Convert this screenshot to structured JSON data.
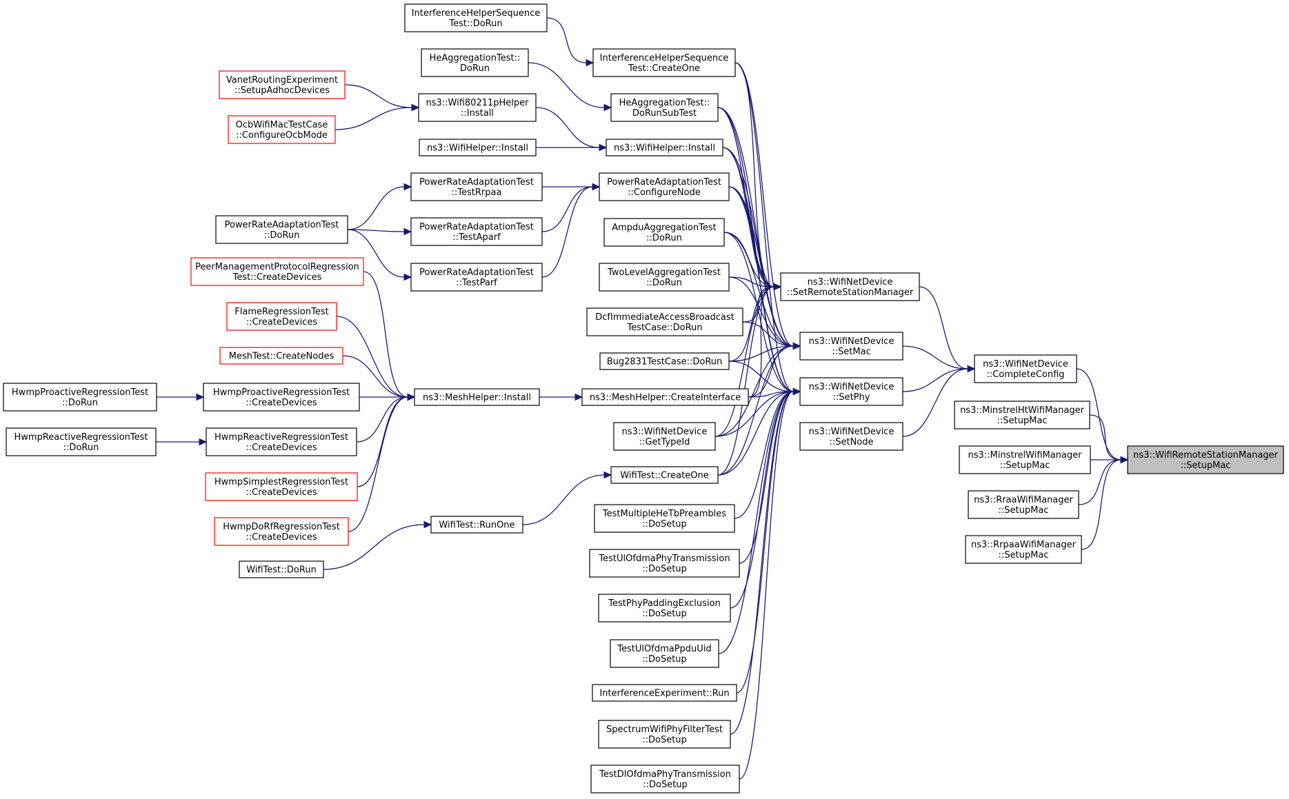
{
  "graph": {
    "kind": "doxygen-caller-graph",
    "edge_color": "#191970",
    "focus_fill": "#bfbfbf",
    "red_border": "#ff0000",
    "nodes": [
      {
        "id": "target",
        "lines": [
          "ns3::WifiRemoteStationManager",
          "::SetupMac"
        ],
        "style": "focus"
      },
      {
        "id": "cc",
        "lines": [
          "ns3::WifiNetDevice",
          "::CompleteConfig"
        ],
        "style": "normal"
      },
      {
        "id": "mht",
        "lines": [
          "ns3::MinstrelHtWifiManager",
          "::SetupMac"
        ],
        "style": "normal"
      },
      {
        "id": "mw",
        "lines": [
          "ns3::MinstrelWifiManager",
          "::SetupMac"
        ],
        "style": "normal"
      },
      {
        "id": "raa",
        "lines": [
          "ns3::RraaWifiManager",
          "::SetupMac"
        ],
        "style": "normal"
      },
      {
        "id": "rpaa",
        "lines": [
          "ns3::RrpaaWifiManager",
          "::SetupMac"
        ],
        "style": "normal"
      },
      {
        "id": "srsm",
        "lines": [
          "ns3::WifiNetDevice",
          "::SetRemoteStationManager"
        ],
        "style": "normal"
      },
      {
        "id": "smac",
        "lines": [
          "ns3::WifiNetDevice",
          "::SetMac"
        ],
        "style": "normal"
      },
      {
        "id": "sphy",
        "lines": [
          "ns3::WifiNetDevice",
          "::SetPhy"
        ],
        "style": "normal"
      },
      {
        "id": "snode",
        "lines": [
          "ns3::WifiNetDevice",
          "::SetNode"
        ],
        "style": "normal"
      },
      {
        "id": "ihs_co",
        "lines": [
          "InterferenceHelperSequence",
          "Test::CreateOne"
        ],
        "style": "normal"
      },
      {
        "id": "ihs_dr",
        "lines": [
          "InterferenceHelperSequence",
          "Test::DoRun"
        ],
        "style": "normal"
      },
      {
        "id": "hea_dr",
        "lines": [
          "HeAggregationTest::",
          "DoRun"
        ],
        "style": "normal"
      },
      {
        "id": "hea_drst",
        "lines": [
          "HeAggregationTest::",
          "DoRunSubTest"
        ],
        "style": "normal"
      },
      {
        "id": "wh_inst",
        "lines": [
          "ns3::WifiHelper::Install"
        ],
        "style": "normal"
      },
      {
        "id": "wh_inst2",
        "lines": [
          "ns3::WifiHelper::Install"
        ],
        "style": "normal"
      },
      {
        "id": "w80211p",
        "lines": [
          "ns3::Wifi80211pHelper",
          "::Install"
        ],
        "style": "normal"
      },
      {
        "id": "vanet",
        "lines": [
          "VanetRoutingExperiment",
          "::SetupAdhocDevices"
        ],
        "style": "red"
      },
      {
        "id": "ocb",
        "lines": [
          "OcbWifiMacTestCase",
          "::ConfigureOcbMode"
        ],
        "style": "red"
      },
      {
        "id": "pra_cn",
        "lines": [
          "PowerRateAdaptationTest",
          "::ConfigureNode"
        ],
        "style": "normal"
      },
      {
        "id": "pra_rpaa",
        "lines": [
          "PowerRateAdaptationTest",
          "::TestRrpaa"
        ],
        "style": "normal"
      },
      {
        "id": "pra_aparf",
        "lines": [
          "PowerRateAdaptationTest",
          "::TestAparf"
        ],
        "style": "normal"
      },
      {
        "id": "pra_parf",
        "lines": [
          "PowerRateAdaptationTest",
          "::TestParf"
        ],
        "style": "normal"
      },
      {
        "id": "pra_dr",
        "lines": [
          "PowerRateAdaptationTest",
          "::DoRun"
        ],
        "style": "normal"
      },
      {
        "id": "ampdu",
        "lines": [
          "AmpduAggregationTest",
          "::DoRun"
        ],
        "style": "normal"
      },
      {
        "id": "twolevel",
        "lines": [
          "TwoLevelAggregationTest",
          "::DoRun"
        ],
        "style": "normal"
      },
      {
        "id": "dcf",
        "lines": [
          "DcfImmediateAccessBroadcast",
          "TestCase::DoRun"
        ],
        "style": "normal"
      },
      {
        "id": "bug2831",
        "lines": [
          "Bug2831TestCase::DoRun"
        ],
        "style": "normal"
      },
      {
        "id": "mh_ci",
        "lines": [
          "ns3::MeshHelper::CreateInterface"
        ],
        "style": "normal"
      },
      {
        "id": "gettype",
        "lines": [
          "ns3::WifiNetDevice",
          "::GetTypeId"
        ],
        "style": "normal"
      },
      {
        "id": "wt_co",
        "lines": [
          "WifiTest::CreateOne"
        ],
        "style": "normal"
      },
      {
        "id": "wt_ro",
        "lines": [
          "WifiTest::RunOne"
        ],
        "style": "normal"
      },
      {
        "id": "wt_dr",
        "lines": [
          "WifiTest::DoRun"
        ],
        "style": "normal"
      },
      {
        "id": "tmhe",
        "lines": [
          "TestMultipleHeTbPreambles",
          "::DoSetup"
        ],
        "style": "normal"
      },
      {
        "id": "tulofdma",
        "lines": [
          "TestUlOfdmaPhyTransmission",
          "::DoSetup"
        ],
        "style": "normal"
      },
      {
        "id": "tppe",
        "lines": [
          "TestPhyPaddingExclusion",
          "::DoSetup"
        ],
        "style": "normal"
      },
      {
        "id": "tulppdu",
        "lines": [
          "TestUlOfdmaPpduUid",
          "::DoSetup"
        ],
        "style": "normal"
      },
      {
        "id": "ie_run",
        "lines": [
          "InterferenceExperiment::Run"
        ],
        "style": "normal"
      },
      {
        "id": "swpf",
        "lines": [
          "SpectrumWifiPhyFilterTest",
          "::DoSetup"
        ],
        "style": "normal"
      },
      {
        "id": "tdlofdma",
        "lines": [
          "TestDlOfdmaPhyTransmission",
          "::DoSetup"
        ],
        "style": "normal"
      },
      {
        "id": "mh_inst",
        "lines": [
          "ns3::MeshHelper::Install"
        ],
        "style": "normal"
      },
      {
        "id": "pmpr",
        "lines": [
          "PeerManagementProtocolRegression",
          "Test::CreateDevices"
        ],
        "style": "red"
      },
      {
        "id": "flame",
        "lines": [
          "FlameRegressionTest",
          "::CreateDevices"
        ],
        "style": "red"
      },
      {
        "id": "meshtest",
        "lines": [
          "MeshTest::CreateNodes"
        ],
        "style": "red"
      },
      {
        "id": "hpr_cd",
        "lines": [
          "HwmpProactiveRegressionTest",
          "::CreateDevices"
        ],
        "style": "normal"
      },
      {
        "id": "hpr_dr",
        "lines": [
          "HwmpProactiveRegressionTest",
          "::DoRun"
        ],
        "style": "normal"
      },
      {
        "id": "hrr_cd",
        "lines": [
          "HwmpReactiveRegressionTest",
          "::CreateDevices"
        ],
        "style": "normal"
      },
      {
        "id": "hrr_dr",
        "lines": [
          "HwmpReactiveRegressionTest",
          "::DoRun"
        ],
        "style": "normal"
      },
      {
        "id": "hsr_cd",
        "lines": [
          "HwmpSimplestRegressionTest",
          "::CreateDevices"
        ],
        "style": "red"
      },
      {
        "id": "hdrf_cd",
        "lines": [
          "HwmpDoRfRegressionTest",
          "::CreateDevices"
        ],
        "style": "red"
      }
    ],
    "edges": [
      [
        "cc",
        "target"
      ],
      [
        "mht",
        "target"
      ],
      [
        "mw",
        "target"
      ],
      [
        "raa",
        "target"
      ],
      [
        "rpaa",
        "target"
      ],
      [
        "srsm",
        "cc"
      ],
      [
        "smac",
        "cc"
      ],
      [
        "sphy",
        "cc"
      ],
      [
        "snode",
        "cc"
      ],
      [
        "ihs_co",
        "srsm"
      ],
      [
        "hea_drst",
        "srsm"
      ],
      [
        "wh_inst",
        "srsm"
      ],
      [
        "pra_cn",
        "srsm"
      ],
      [
        "ampdu",
        "srsm"
      ],
      [
        "twolevel",
        "srsm"
      ],
      [
        "dcf",
        "srsm"
      ],
      [
        "bug2831",
        "srsm"
      ],
      [
        "mh_ci",
        "srsm"
      ],
      [
        "gettype",
        "srsm"
      ],
      [
        "wt_co",
        "srsm"
      ],
      [
        "ihs_co",
        "smac"
      ],
      [
        "hea_drst",
        "smac"
      ],
      [
        "wh_inst",
        "smac"
      ],
      [
        "pra_cn",
        "smac"
      ],
      [
        "ampdu",
        "smac"
      ],
      [
        "twolevel",
        "smac"
      ],
      [
        "dcf",
        "smac"
      ],
      [
        "bug2831",
        "smac"
      ],
      [
        "mh_ci",
        "smac"
      ],
      [
        "gettype",
        "smac"
      ],
      [
        "wt_co",
        "smac"
      ],
      [
        "ihs_co",
        "sphy"
      ],
      [
        "hea_drst",
        "sphy"
      ],
      [
        "wh_inst",
        "sphy"
      ],
      [
        "pra_cn",
        "sphy"
      ],
      [
        "ampdu",
        "sphy"
      ],
      [
        "bug2831",
        "sphy"
      ],
      [
        "mh_ci",
        "sphy"
      ],
      [
        "gettype",
        "sphy"
      ],
      [
        "wt_co",
        "sphy"
      ],
      [
        "tmhe",
        "sphy"
      ],
      [
        "tulofdma",
        "sphy"
      ],
      [
        "tppe",
        "sphy"
      ],
      [
        "tulppdu",
        "sphy"
      ],
      [
        "ie_run",
        "sphy"
      ],
      [
        "swpf",
        "sphy"
      ],
      [
        "tdlofdma",
        "sphy"
      ],
      [
        "ihs_dr",
        "ihs_co"
      ],
      [
        "hea_dr",
        "hea_drst"
      ],
      [
        "w80211p",
        "wh_inst"
      ],
      [
        "wh_inst2",
        "wh_inst"
      ],
      [
        "vanet",
        "w80211p"
      ],
      [
        "ocb",
        "w80211p"
      ],
      [
        "pra_rpaa",
        "pra_cn"
      ],
      [
        "pra_aparf",
        "pra_cn"
      ],
      [
        "pra_parf",
        "pra_cn"
      ],
      [
        "pra_dr",
        "pra_rpaa"
      ],
      [
        "pra_dr",
        "pra_aparf"
      ],
      [
        "pra_dr",
        "pra_parf"
      ],
      [
        "mh_inst",
        "mh_ci"
      ],
      [
        "pmpr",
        "mh_inst"
      ],
      [
        "flame",
        "mh_inst"
      ],
      [
        "meshtest",
        "mh_inst"
      ],
      [
        "hpr_cd",
        "mh_inst"
      ],
      [
        "hrr_cd",
        "mh_inst"
      ],
      [
        "hsr_cd",
        "mh_inst"
      ],
      [
        "hdrf_cd",
        "mh_inst"
      ],
      [
        "hpr_dr",
        "hpr_cd"
      ],
      [
        "hrr_dr",
        "hrr_cd"
      ],
      [
        "wt_ro",
        "wt_co"
      ],
      [
        "wt_dr",
        "wt_ro"
      ]
    ]
  }
}
